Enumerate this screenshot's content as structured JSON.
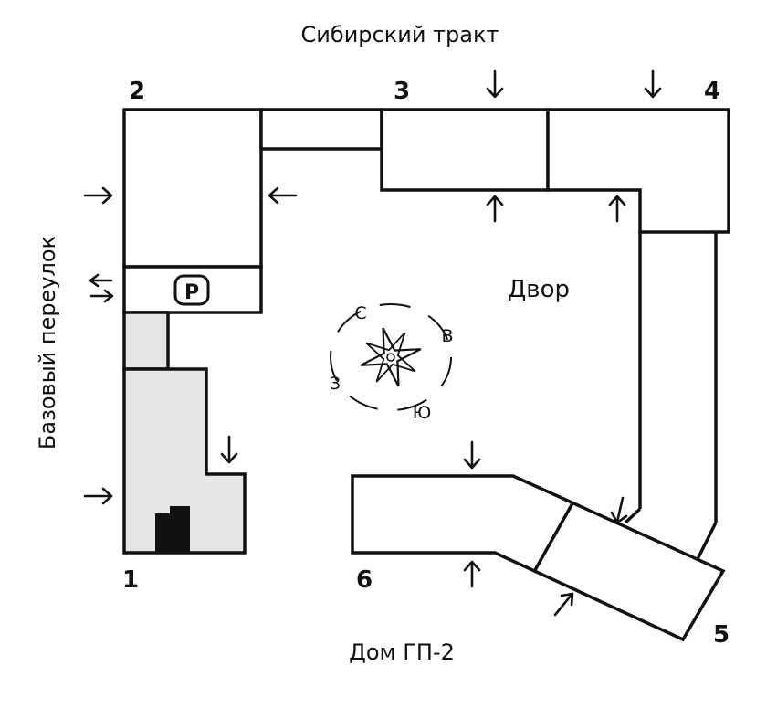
{
  "streets": {
    "top": "Сибирский тракт",
    "left": "Базовый переулок",
    "bottom": "Дом ГП-2"
  },
  "corners": {
    "c1": "1",
    "c2": "2",
    "c3": "3",
    "c4": "4",
    "c5": "5",
    "c6": "6"
  },
  "yard_label": "Двор",
  "parking_label": "P",
  "compass": {
    "north": "С",
    "east": "В",
    "south": "Ю",
    "west": "З"
  },
  "colors": {
    "line": "#111111",
    "grey_fill": "#e6e6e6",
    "background": "#ffffff"
  }
}
